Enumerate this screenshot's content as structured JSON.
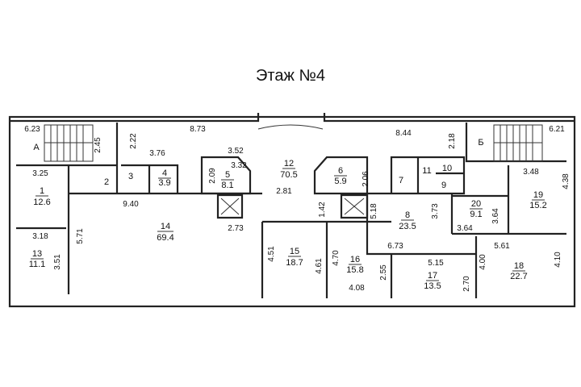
{
  "title": "Этаж №4",
  "stairs": [
    "А",
    "Б"
  ],
  "rooms": [
    {
      "number": "1",
      "area": "12.6"
    },
    {
      "number": "2",
      "area": ""
    },
    {
      "number": "3",
      "area": ""
    },
    {
      "number": "4",
      "area": "3.9"
    },
    {
      "number": "5",
      "area": "8.1"
    },
    {
      "number": "6",
      "area": "5.9"
    },
    {
      "number": "7",
      "area": ""
    },
    {
      "number": "8",
      "area": "23.5"
    },
    {
      "number": "9",
      "area": ""
    },
    {
      "number": "10",
      "area": ""
    },
    {
      "number": "11",
      "area": ""
    },
    {
      "number": "12",
      "area": "70.5"
    },
    {
      "number": "13",
      "area": "11.1"
    },
    {
      "number": "14",
      "area": "69.4"
    },
    {
      "number": "15",
      "area": "18.7"
    },
    {
      "number": "16",
      "area": "15.8"
    },
    {
      "number": "17",
      "area": "13.5"
    },
    {
      "number": "18",
      "area": "22.7"
    },
    {
      "number": "19",
      "area": "15.2"
    },
    {
      "number": "20",
      "area": "9.1"
    }
  ],
  "dimensions": [
    "6.23",
    "2.45",
    "2.22",
    "8.73",
    "3.76",
    "3.52",
    "3.32",
    "2.09",
    "3.25",
    "9.40",
    "2.81",
    "2.73",
    "5.71",
    "3.18",
    "3.51",
    "4.51",
    "4.61",
    "4.70",
    "4.08",
    "2.55",
    "1.42",
    "5.18",
    "3.73",
    "6.73",
    "5.15",
    "2.70",
    "4.00",
    "8.44",
    "2.18",
    "2.06",
    "6.21",
    "3.48",
    "4.38",
    "3.64",
    "3.64",
    "5.61",
    "4.10"
  ]
}
